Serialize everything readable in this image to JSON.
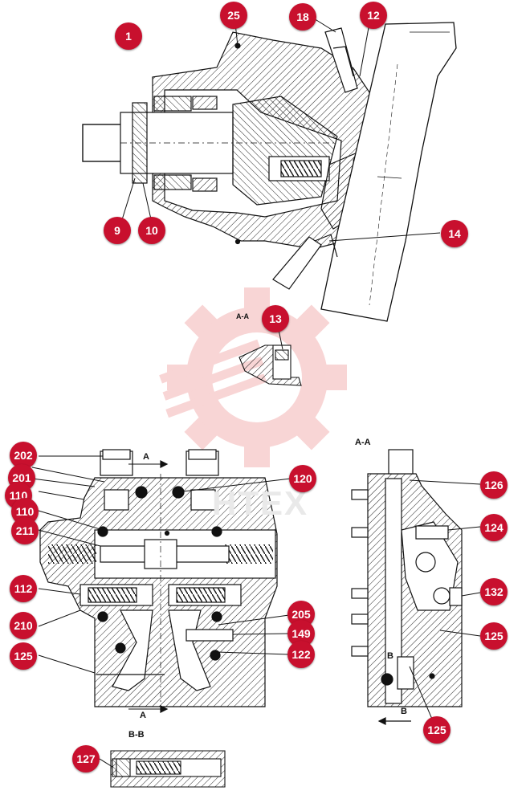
{
  "watermark_text": "HTEX",
  "section_labels": {
    "aa_top": "A-A",
    "aa_right": "A-A",
    "bb": "B-B",
    "a_top": "A",
    "a_bottom": "A",
    "b_right_top": "B",
    "b_right_bottom": "B"
  },
  "callouts": {
    "c1": "1",
    "c25": "25",
    "c18": "18",
    "c12": "12",
    "c9": "9",
    "c10": "10",
    "c14": "14",
    "c13": "13",
    "c202": "202",
    "c201": "201",
    "c110_partial": "110",
    "c110": "110",
    "c211": "211",
    "c112": "112",
    "c210": "210",
    "c125_left": "125",
    "c120": "120",
    "c205": "205",
    "c149": "149",
    "c122": "122",
    "c126": "126",
    "c124": "124",
    "c132": "132",
    "c125_right": "125",
    "c125_bottom": "125",
    "c127": "127"
  },
  "colors": {
    "callout": "#c8102e",
    "ink": "#111111",
    "watermark": "#f4b3b3"
  }
}
